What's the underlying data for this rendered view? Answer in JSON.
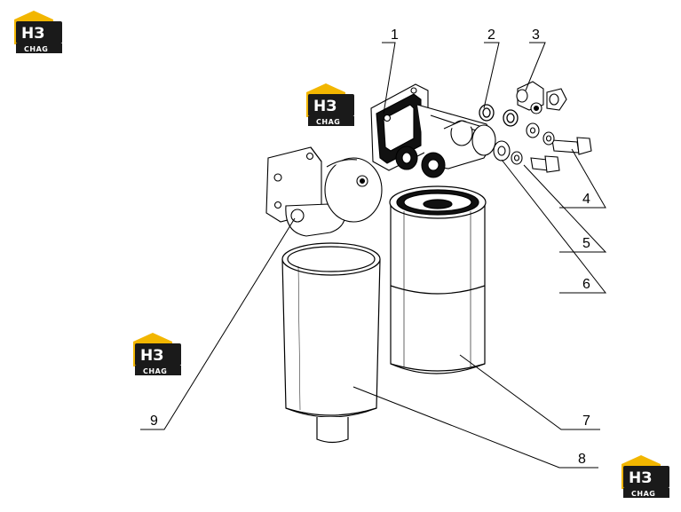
{
  "logo": {
    "mark": "НЗ",
    "caption": "CHAG",
    "color_accent": "#f2b600",
    "color_dark": "#1a1a1a"
  },
  "callouts": [
    {
      "id": "1",
      "text": "1"
    },
    {
      "id": "2",
      "text": "2"
    },
    {
      "id": "3",
      "text": "3"
    },
    {
      "id": "4",
      "text": "4"
    },
    {
      "id": "5",
      "text": "5"
    },
    {
      "id": "6",
      "text": "6"
    },
    {
      "id": "7",
      "text": "7"
    },
    {
      "id": "8",
      "text": "8"
    },
    {
      "id": "9",
      "text": "9"
    }
  ]
}
